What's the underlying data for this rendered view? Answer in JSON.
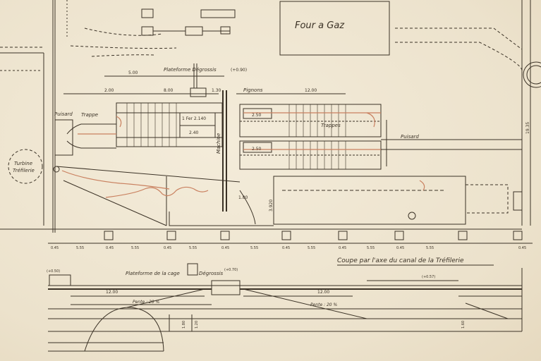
{
  "labels": {
    "four_a_gaz": "Four a Gaz",
    "plateforme_degrossis": "Plateforme Dégrossis",
    "plateforme_dims": "(+0.90)",
    "pignons": "Pignons",
    "puisard_left": "Puisard",
    "trappe_top": "Trappe",
    "trappes_mid": "Trappes",
    "puisard_right": "Puisard",
    "turbine": "Turbine",
    "trefilerie": "Tréfilerie",
    "machine": "Machine",
    "section_title": "Coupe par l'axe du canal de la Tréfilerie",
    "plateforme_cage": "Plateforme de la cage",
    "degrossis_section": "Dégrossis",
    "pente_left": "Pente : 20 %",
    "pente_right": "Pente : 20 %",
    "fer_label": "1 Fer 2.140",
    "level_left": "(+0.50)",
    "level_mid": "(+0.70)",
    "level_right": "(+0.57)"
  },
  "dimensions": {
    "top_5": "5.00",
    "top_8": "8.00",
    "top_12": "12.00",
    "top_2": "2.00",
    "top_130": "1.30",
    "left_2_40": "2.40",
    "r_2_50a": "2.50",
    "r_2_50b": "2.50",
    "right_1935": "19.35",
    "v_3_920": "3.920",
    "r_1_80": "1.80",
    "sec_12a": "12.00",
    "sec_12b": "12.00",
    "sec_1_80": "1.80",
    "sec_1_20": "1.20",
    "sec_1_60": "1.60"
  },
  "baseline_dims": [
    "0.45",
    "5.55",
    "0.45",
    "5.55",
    "0.45",
    "5.55",
    "0.45",
    "5.55",
    "0.45",
    "5.55",
    "0.45",
    "5.55",
    "0.45",
    "5.55",
    "0.45"
  ],
  "colors": {
    "ink": "#3b3226",
    "red_pencil": "#c9805f",
    "paper": "#efe6d2"
  }
}
